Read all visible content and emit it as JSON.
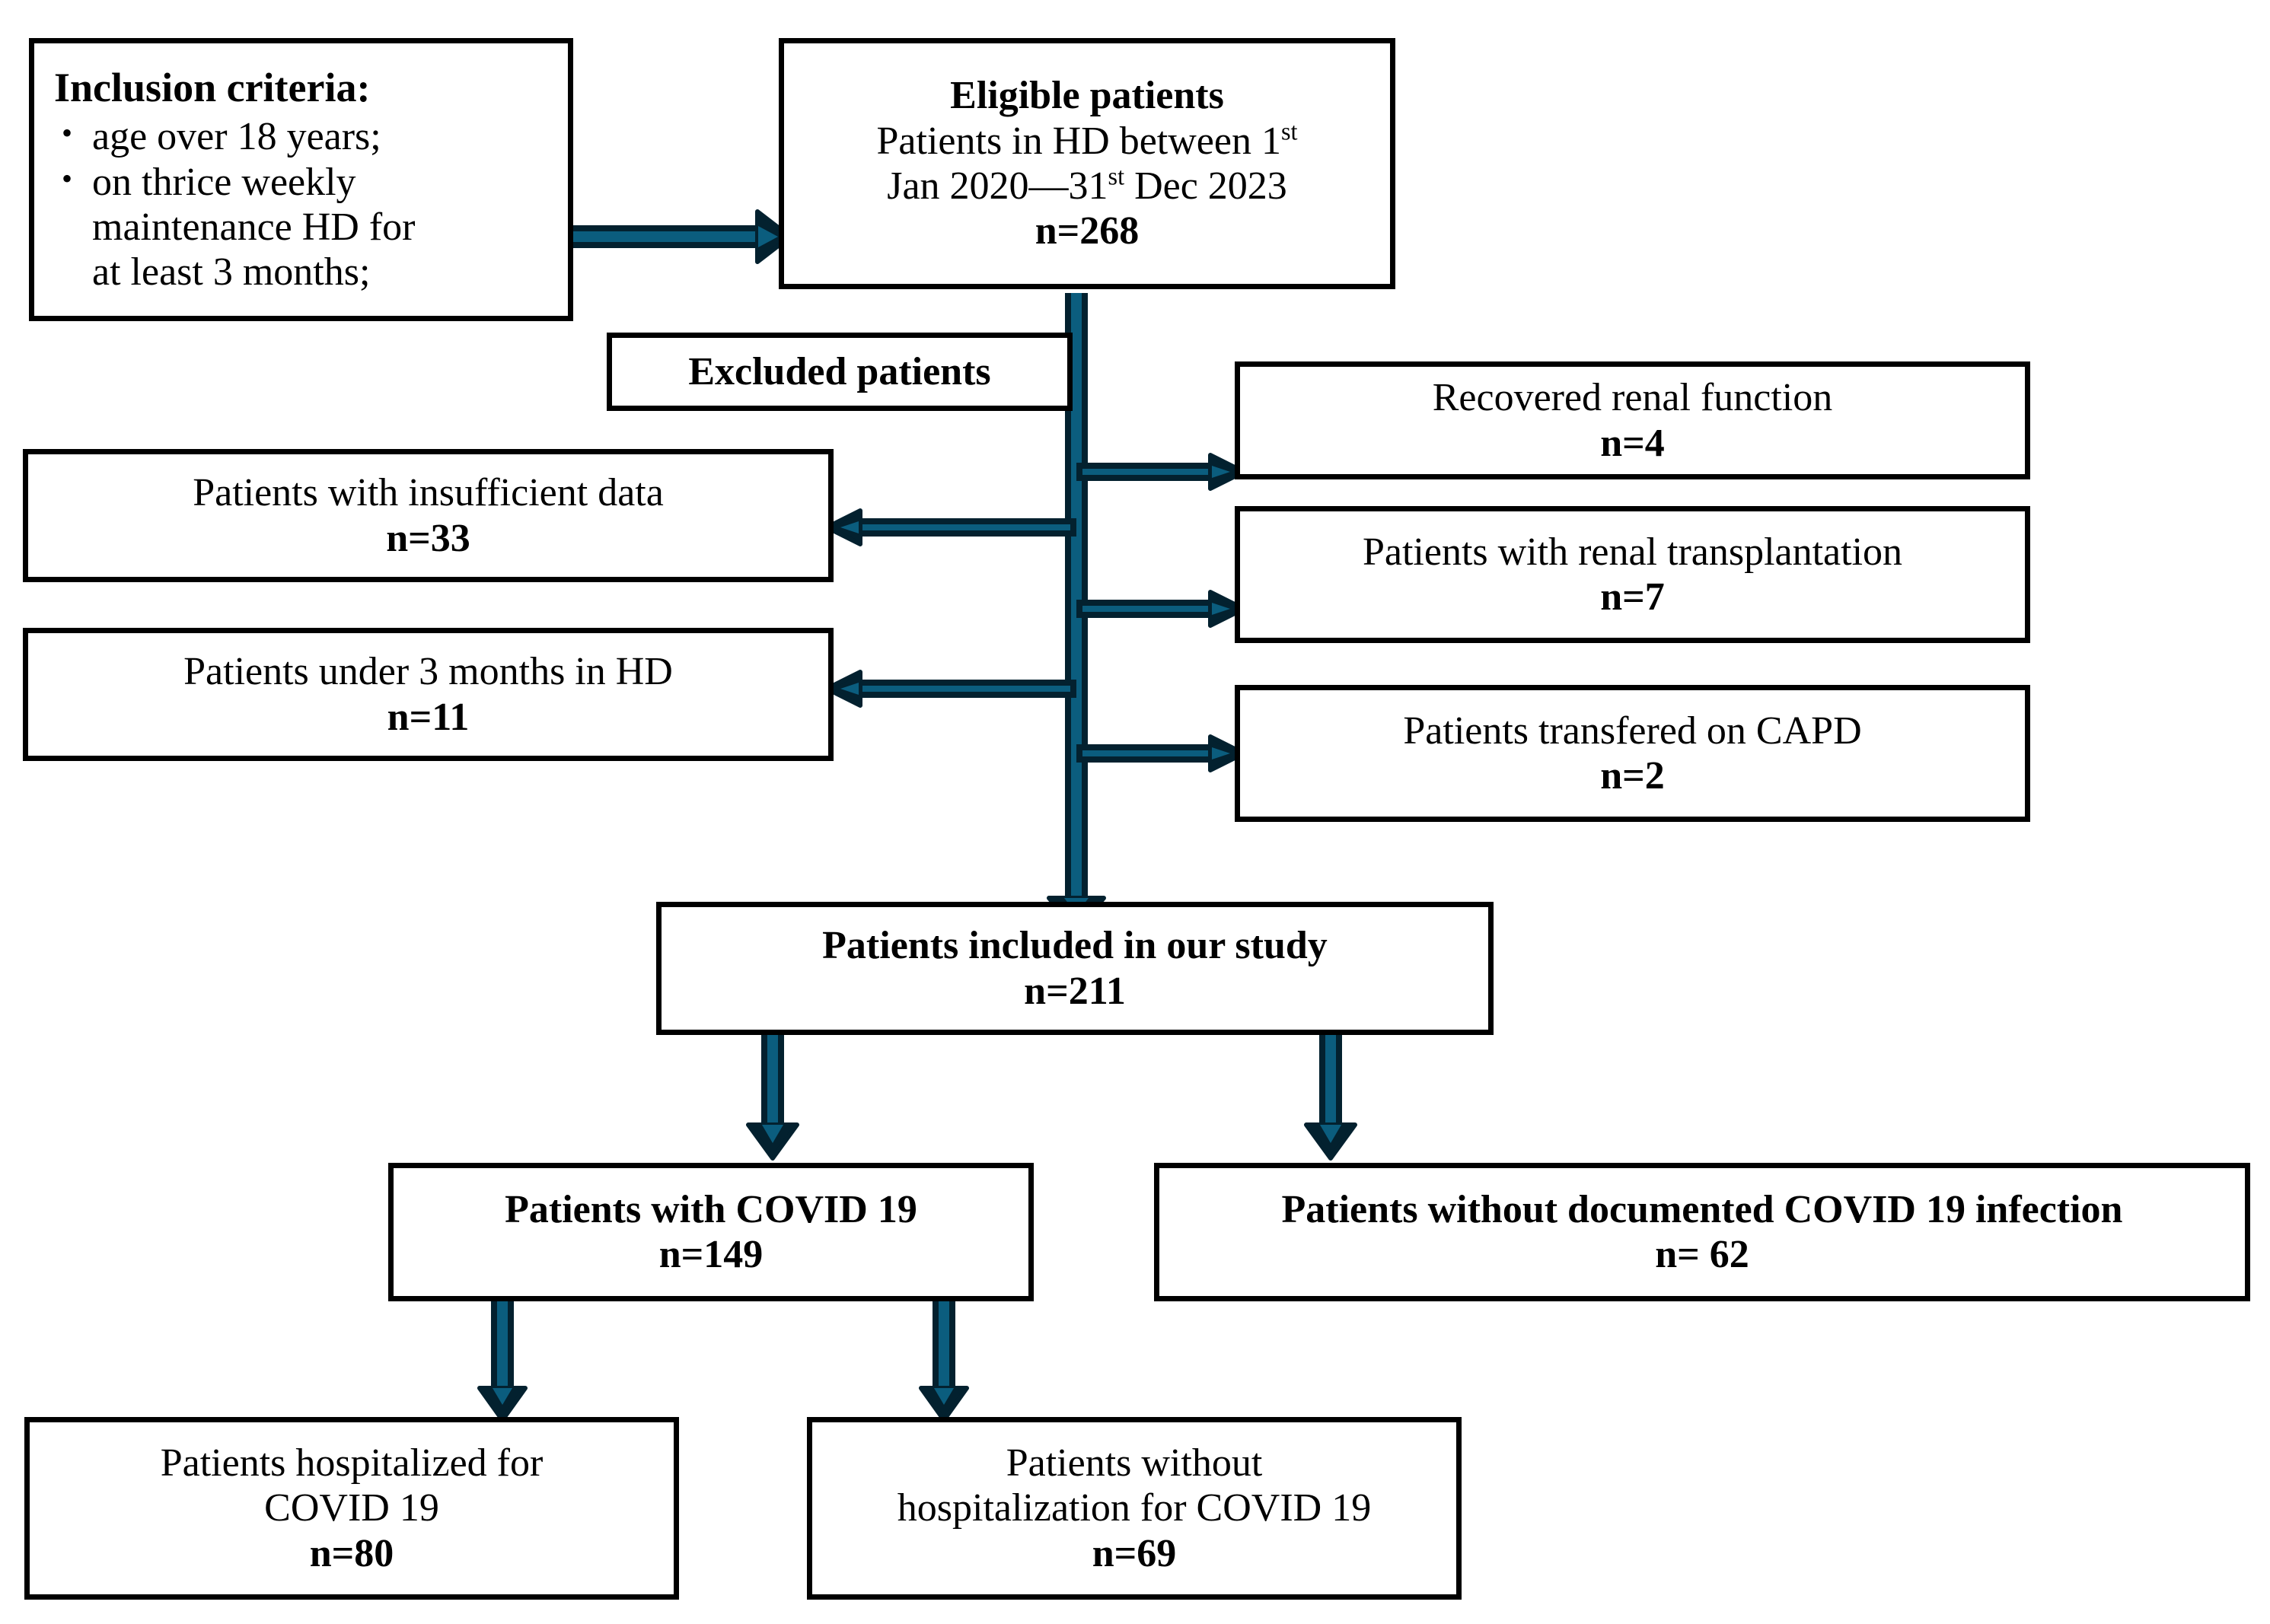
{
  "figure": {
    "type": "flowchart",
    "title": "Patient selection flow diagram",
    "colors": {
      "box_border": "#000000",
      "box_fill": "#FFFFFF",
      "arrow_fill": "#0B5D7E",
      "arrow_outline": "#03212F",
      "text": "#000000"
    }
  },
  "nodes": {
    "inclusion_criteria": {
      "title": "Inclusion criteria:",
      "bullets": [
        "age over 18 years;",
        "on thrice weekly maintenance HD for at least 3 months;"
      ],
      "bullet_lines": [
        [
          "age over 18 years;"
        ],
        [
          "on thrice weekly",
          "maintenance HD for",
          "at least 3 months;"
        ]
      ]
    },
    "eligible": {
      "heading": "Eligible patients",
      "line1_pre": "Patients in HD between 1",
      "line1_sup": "st",
      "line2_pre": "Jan 2020—31",
      "line2_sup": "st",
      "line2_post": " Dec 2023",
      "count": "n=268"
    },
    "excluded_label": {
      "text": "Excluded patients"
    },
    "excluded_left": [
      {
        "label": "Patients with insufficient data",
        "count": "n=33"
      },
      {
        "label": "Patients under 3 months in HD",
        "count": "n=11"
      }
    ],
    "excluded_right": [
      {
        "label": "Recovered renal function",
        "count": "n=4"
      },
      {
        "label": "Patients with renal transplantation",
        "count": "n=7"
      },
      {
        "label": "Patients transfered on CAPD",
        "count": "n=2"
      }
    ],
    "included": {
      "label": "Patients included in our study",
      "count": "n=211"
    },
    "with_covid": {
      "label": "Patients with COVID 19",
      "count": "n=149"
    },
    "without_covid": {
      "label": "Patients without documented COVID 19 infection",
      "count": "n= 62"
    },
    "hospitalized": {
      "line1": "Patients hospitalized for",
      "line2": "COVID 19",
      "count": "n=80"
    },
    "not_hospitalized": {
      "line1": "Patients without",
      "line2": "hospitalization for COVID 19",
      "count": "n=69"
    }
  },
  "edges": [
    {
      "from": "inclusion_criteria",
      "to": "eligible",
      "direction": "right"
    },
    {
      "from": "eligible",
      "to": "included",
      "direction": "down"
    },
    {
      "from": "trunk",
      "to": "excluded_left_0",
      "direction": "left"
    },
    {
      "from": "trunk",
      "to": "excluded_left_1",
      "direction": "left"
    },
    {
      "from": "trunk",
      "to": "excluded_right_0",
      "direction": "right"
    },
    {
      "from": "trunk",
      "to": "excluded_right_1",
      "direction": "right"
    },
    {
      "from": "trunk",
      "to": "excluded_right_2",
      "direction": "right"
    },
    {
      "from": "included",
      "to": "with_covid",
      "direction": "down"
    },
    {
      "from": "included",
      "to": "without_covid",
      "direction": "down"
    },
    {
      "from": "with_covid",
      "to": "hospitalized",
      "direction": "down"
    },
    {
      "from": "with_covid",
      "to": "not_hospitalized",
      "direction": "down"
    }
  ]
}
